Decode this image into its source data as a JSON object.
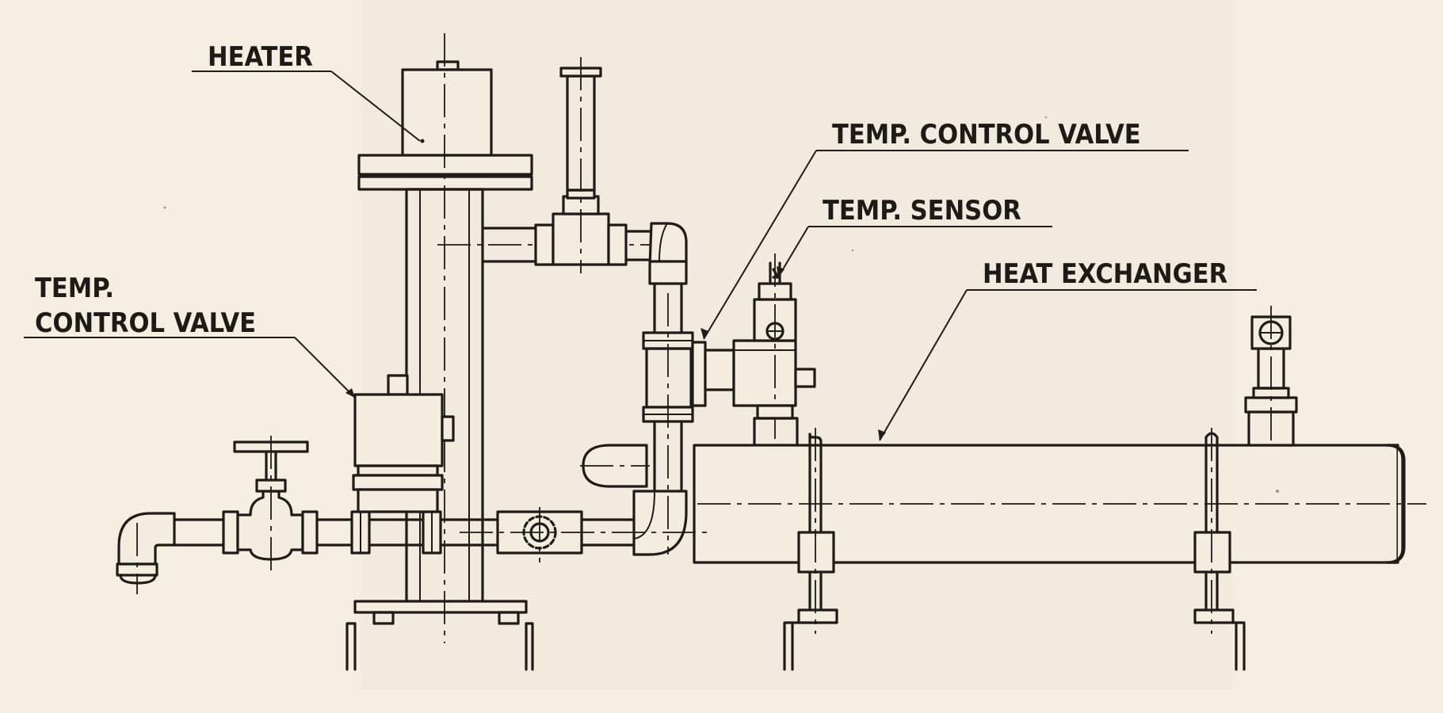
{
  "labels": {
    "heater": "HEATER",
    "temp_control_valve_top": "TEMP. CONTROL VALVE",
    "temp_sensor": "TEMP. SENSOR",
    "heat_exchanger": "HEAT EXCHANGER",
    "temp_control_valve_left_line1": "TEMP.",
    "temp_control_valve_left_line2": "CONTROL VALVE"
  }
}
